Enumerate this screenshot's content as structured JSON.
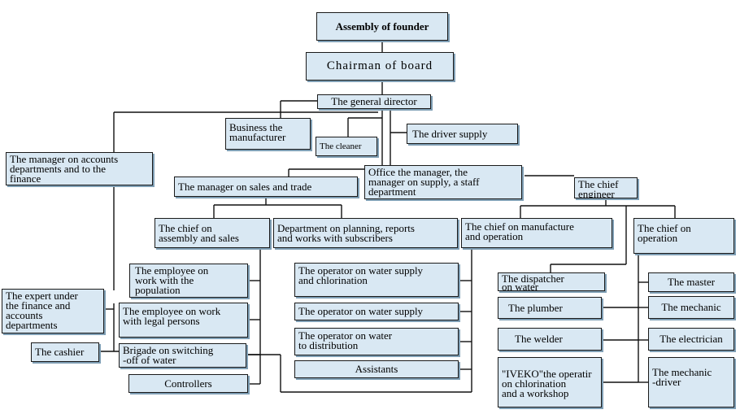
{
  "org_chart": {
    "assembly": "Assembly of founder",
    "chairman": "Chairman of board",
    "general_director": "The general director",
    "business_manufacturer": "Business the\nmanufacturer",
    "cleaner": "The cleaner",
    "driver_supply": "The driver supply",
    "finance_manager": "The manager on accounts\ndepartments and to the\nfinance",
    "sales_manager": "The manager on sales and trade",
    "office_manager": "Office the manager, the\nmanager on supply, a staff\ndepartment",
    "chief_engineer": "The chief\nengineer",
    "chief_assembly_sales": "The chief on\nassembly and sales",
    "dept_planning": "Department on planning, reports\nand works with subscribers",
    "chief_manufacture": "The chief on manufacture\nand operation",
    "chief_operation": "The chief on\noperation",
    "employee_population": "The employee on\nwork with the\npopulation",
    "employee_legal": "The employee on work\nwith legal persons",
    "brigade_switching": "Brigade on switching\n-off of water",
    "controllers": "Controllers",
    "finance_expert": "The expert under\nthe finance and\naccounts\ndepartments",
    "cashier": "The cashier",
    "operator_chlorination": "The operator on water supply\nand chlorination",
    "operator_water_supply": "The operator on water supply",
    "operator_distribution": "The operator on water\nto distribution",
    "assistants": "Assistants",
    "dispatcher": "The dispatcher\non water",
    "plumber": "The plumber",
    "welder": "The welder",
    "iveko": "\"IVEKO\"the operatir\non chlorination\nand a workshop",
    "master": "The master",
    "mechanic": "The mechanic",
    "electrician": "The electrician",
    "mechanic_driver": "The mechanic\n-driver"
  }
}
